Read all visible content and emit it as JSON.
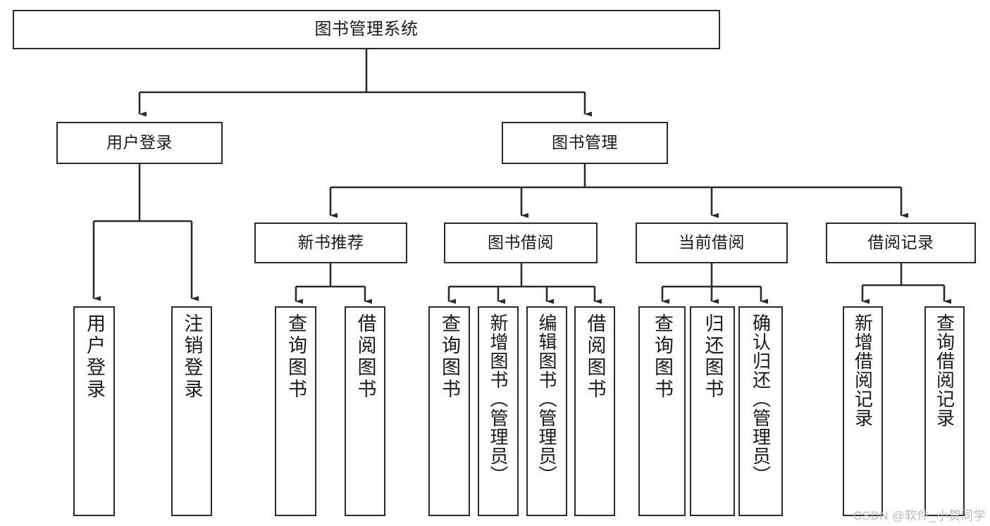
{
  "diagram": {
    "title": "图书管理系统",
    "type": "tree-hierarchy-chart",
    "watermark": "CSDN @软件_小贺同学",
    "colors": {
      "box_border": "#2b2b2b",
      "box_fill": "#ffffff",
      "edge": "#2b2b2b",
      "text": "#1a1a1a",
      "watermark": "#b9b9b9"
    },
    "nodes": {
      "root": {
        "label": "图书管理系统"
      },
      "level2": [
        {
          "id": "user-login",
          "label": "用户登录"
        },
        {
          "id": "book-manage",
          "label": "图书管理"
        }
      ],
      "level3": [
        {
          "id": "new-book-recommend",
          "label": "新书推荐"
        },
        {
          "id": "book-borrow",
          "label": "图书借阅"
        },
        {
          "id": "current-borrow",
          "label": "当前借阅"
        },
        {
          "id": "borrow-record",
          "label": "借阅记录"
        }
      ],
      "leaves": [
        {
          "id": "leaf-user-login",
          "label": "用户登录",
          "parent": "user-login"
        },
        {
          "id": "leaf-logout-login",
          "label": "注销登录",
          "parent": "user-login"
        },
        {
          "id": "leaf-query-book-1",
          "label": "查询图书",
          "parent": "new-book-recommend"
        },
        {
          "id": "leaf-borrow-book-1",
          "label": "借阅图书",
          "parent": "new-book-recommend"
        },
        {
          "id": "leaf-query-book-2",
          "label": "查询图书",
          "parent": "book-borrow"
        },
        {
          "id": "leaf-add-book-admin",
          "label": "新增图书（管理员）",
          "parent": "book-borrow"
        },
        {
          "id": "leaf-edit-book-admin",
          "label": "编辑图书（管理员）",
          "parent": "book-borrow"
        },
        {
          "id": "leaf-borrow-book-2",
          "label": "借阅图书",
          "parent": "book-borrow"
        },
        {
          "id": "leaf-query-book-3",
          "label": "查询图书",
          "parent": "current-borrow"
        },
        {
          "id": "leaf-return-book",
          "label": "归还图书",
          "parent": "current-borrow"
        },
        {
          "id": "leaf-confirm-return-admin",
          "label": "确认归还（管理员）",
          "parent": "current-borrow"
        },
        {
          "id": "leaf-add-borrow-record",
          "label": "新增借阅记录",
          "parent": "borrow-record"
        },
        {
          "id": "leaf-query-borrow-record",
          "label": "查询借阅记录",
          "parent": "borrow-record"
        }
      ]
    }
  }
}
